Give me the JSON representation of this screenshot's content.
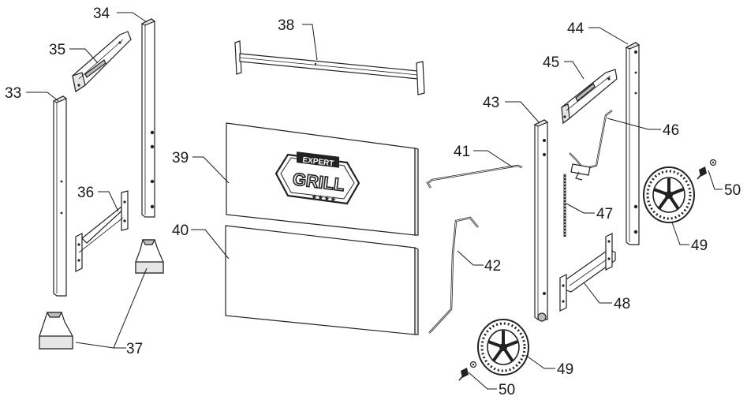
{
  "diagram": {
    "labels": {
      "p33": "33",
      "p34": "34",
      "p35": "35",
      "p36": "36",
      "p37": "37",
      "p38": "38",
      "p39": "39",
      "p40": "40",
      "p41": "41",
      "p42": "42",
      "p43": "43",
      "p44": "44",
      "p45": "45",
      "p46": "46",
      "p47": "47",
      "p48": "48",
      "p49a": "49",
      "p49b": "49",
      "p50a": "50",
      "p50b": "50"
    },
    "logo": {
      "top_text": "EXPERT",
      "main_text": "GRILL"
    }
  }
}
